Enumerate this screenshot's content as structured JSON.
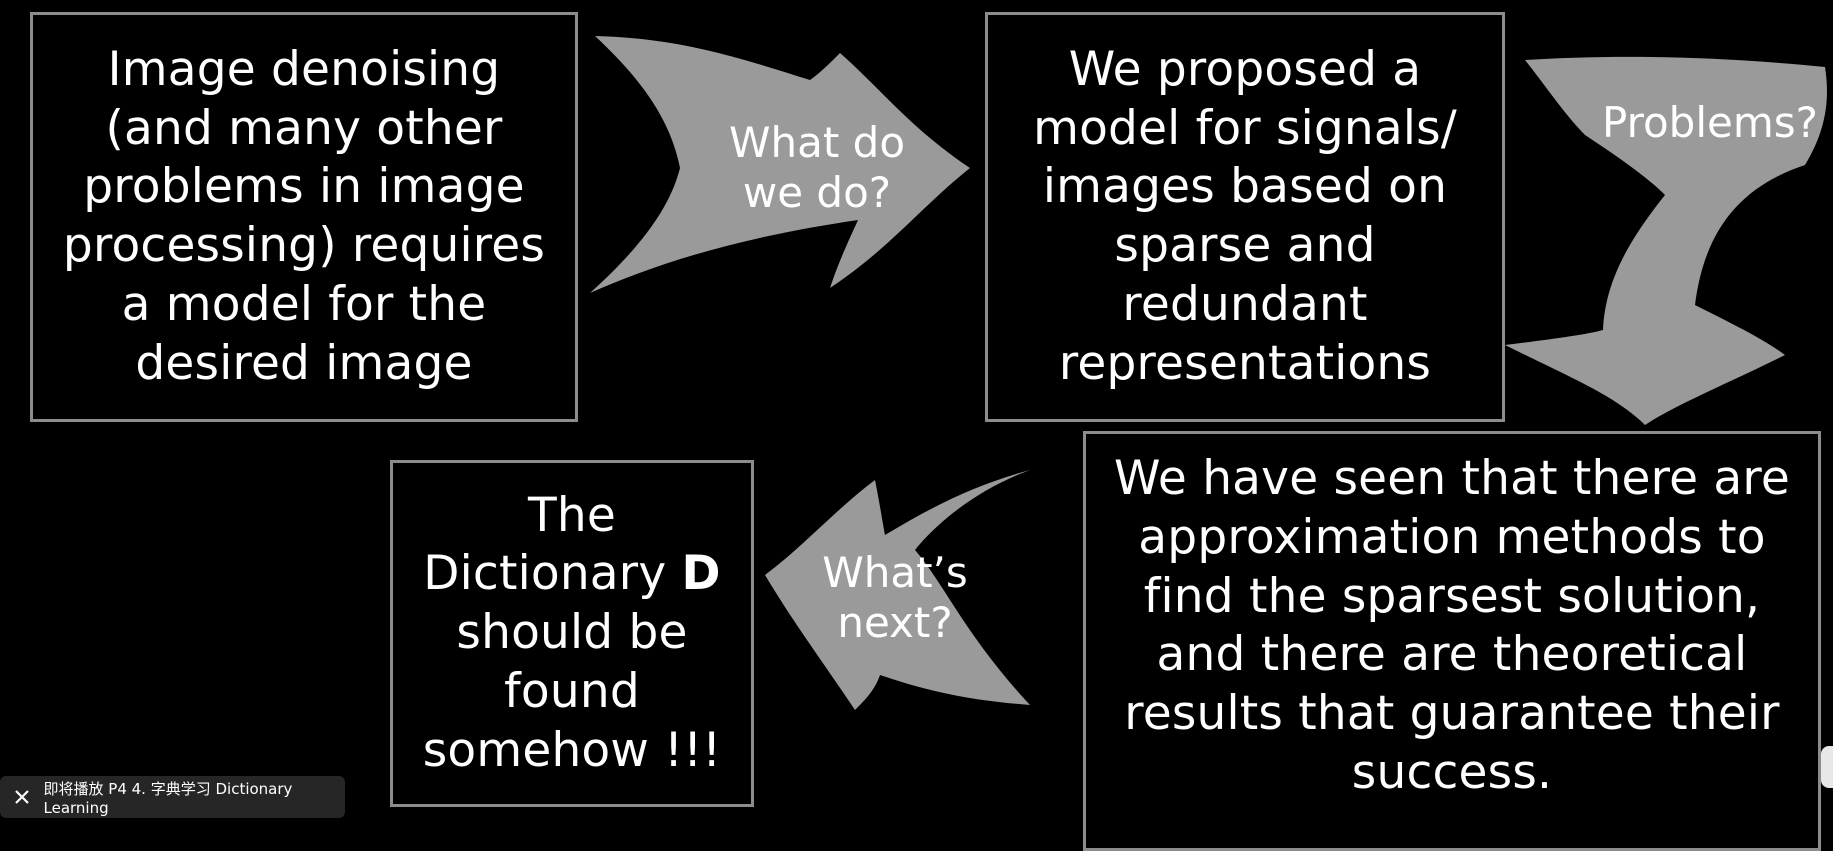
{
  "boxes": {
    "denoising": "Image denoising\n(and many other\nproblems in image\nprocessing) requires\na model for the\ndesired image",
    "proposed": "We proposed a\nmodel for signals/\nimages based on\nsparse and\nredundant\nrepresentations",
    "approximation": "We have seen that there are\napproximation methods to\nfind the sparsest solution,\nand there are theoretical\nresults that guarantee their\nsuccess.",
    "dictionary": {
      "line1": "The",
      "line2_text": "Dictionary ",
      "line2_bold": "D",
      "line3": "should be",
      "line4": "found",
      "line5": "somehow !!!"
    }
  },
  "arrows": {
    "what_do_we_do": "What do\nwe do?",
    "problems": "Problems?",
    "whats_next": "What’s\nnext?"
  },
  "toast": {
    "text": "即将播放 P4 4. 字典学习 Dictionary Learning",
    "close_icon": "close-icon"
  },
  "colors": {
    "background": "#000000",
    "box_border": "#8c8c8c",
    "arrow_fill": "#9a9a9a",
    "text": "#ffffff"
  }
}
